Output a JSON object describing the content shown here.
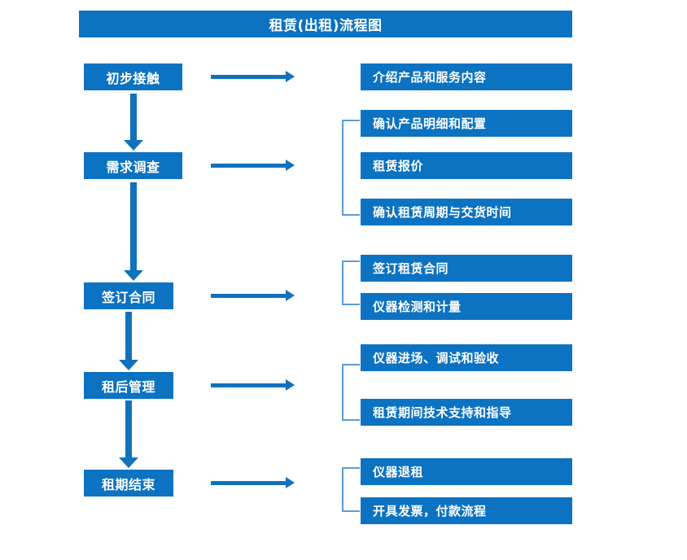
{
  "title": "租赁(出租)流程图",
  "colors": {
    "box_blue": "#0C72C2",
    "arrow_blue": "#1072BC",
    "bracket_blue": "#5B9BD5",
    "text_white": "#FFFFFF",
    "background": "#FFFFFF"
  },
  "stages": [
    {
      "label": "初步接触"
    },
    {
      "label": "需求调查"
    },
    {
      "label": "签订合同"
    },
    {
      "label": "租后管理"
    },
    {
      "label": "租期结束"
    }
  ],
  "details": [
    {
      "label": "介绍产品和服务内容"
    },
    {
      "label": "确认产品明细和配置"
    },
    {
      "label": "租赁报价"
    },
    {
      "label": "确认租赁周期与交货时间"
    },
    {
      "label": "签订租赁合同"
    },
    {
      "label": "仪器检测和计量"
    },
    {
      "label": "仪器进场、调试和验收"
    },
    {
      "label": "租赁期间技术支持和指导"
    },
    {
      "label": "仪器退租"
    },
    {
      "label": "开具发票，付款流程"
    }
  ],
  "groups": [
    {
      "stage": "需求调查",
      "items": [
        "确认产品明细和配置",
        "租赁报价",
        "确认租赁周期与交货时间"
      ]
    },
    {
      "stage": "签订合同",
      "items": [
        "签订租赁合同",
        "仪器检测和计量"
      ]
    },
    {
      "stage": "租后管理",
      "items": [
        "仪器进场、调试和验收",
        "租赁期间技术支持和指导"
      ]
    },
    {
      "stage": "租期结束",
      "items": [
        "仪器退租",
        "开具发票，付款流程"
      ]
    }
  ],
  "flow_sequence": [
    "初步接触",
    "需求调查",
    "签订合同",
    "租后管理",
    "租期结束"
  ]
}
